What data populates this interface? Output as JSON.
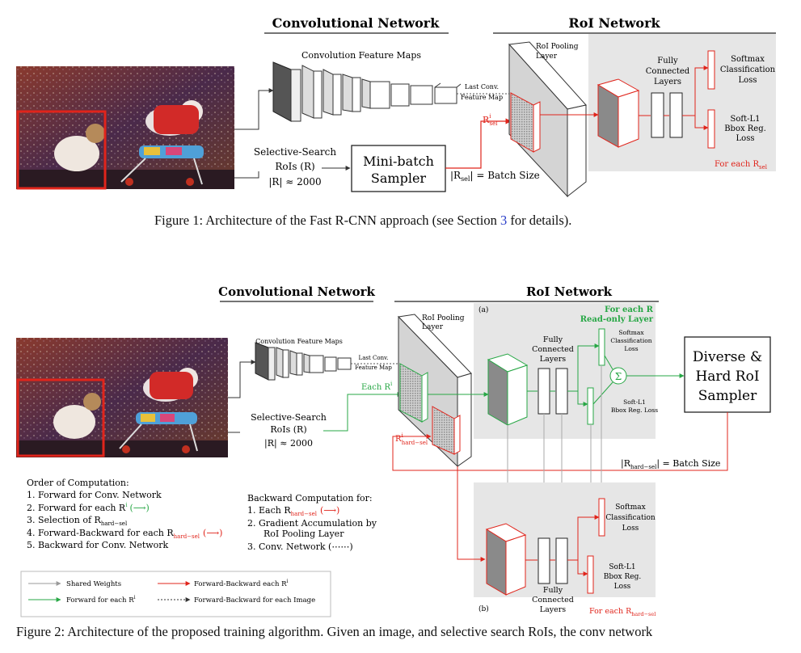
{
  "colors": {
    "red": "#e0241b",
    "green": "#27a745",
    "panel_gray": "#e6e6e6",
    "link": "#2a3ec9"
  },
  "fig1": {
    "conv_title": "Convolutional Network",
    "roi_title": "RoI Network",
    "conv_feature_maps": "Convolution Feature Maps",
    "last_conv_1": "Last Conv.",
    "last_conv_2": "Feature Map",
    "roi_pooling_1": "RoI Pooling",
    "roi_pooling_2": "Layer",
    "fc_1": "Fully",
    "fc_2": "Connected",
    "fc_3": "Layers",
    "softmax_1": "Softmax",
    "softmax_2": "Classification",
    "softmax_3": "Loss",
    "softl1_1": "Soft-L1",
    "softl1_2": "Bbox Reg.",
    "softl1_3": "Loss",
    "for_each": "For each R",
    "for_each_sub": "sel",
    "rsel_main": "R",
    "rsel_sup": "i",
    "rsel_sub": "sel",
    "ss_1": "Selective-Search",
    "ss_2": "RoIs (R)",
    "ss_3": "|R| ≈ 2000",
    "minibatch_1": "Mini-batch",
    "minibatch_2": "Sampler",
    "batch_pre": "|R",
    "batch_sub": "sel",
    "batch_post": "| = Batch Size",
    "caption_pre": "Figure 1: Architecture of the Fast R-CNN approach (see Section ",
    "caption_ref": "3",
    "caption_post": " for details)."
  },
  "fig2": {
    "conv_title": "Convolutional Network",
    "roi_title": "RoI Network",
    "conv_feature_maps": "Convolution Feature Maps",
    "last_conv_1": "Last Conv.",
    "last_conv_2": "Feature Map",
    "roi_pooling_1": "RoI Pooling",
    "roi_pooling_2": "Layer",
    "panel_a": "(a)",
    "panel_b": "(b)",
    "for_each_r": "For each R",
    "read_only": "Read-only Layer",
    "fc_1": "Fully",
    "fc_2": "Connected",
    "fc_3": "Layers",
    "softmax_1": "Softmax",
    "softmax_2": "Classification",
    "softmax_3": "Loss",
    "softl1_1": "Soft-L1",
    "softl1_2": "Bbox Reg. Loss",
    "softl1_b_2": "Bbox Reg.",
    "softl1_b_3": "Loss",
    "sum": "Σ",
    "sampler_1": "Diverse &",
    "sampler_2": "Hard RoI",
    "sampler_3": "Sampler",
    "each_ri": "Each R",
    "ri_sup": "i",
    "rhard_main": "R",
    "rhard_sup": "i",
    "rhard_sub": "hard−sel",
    "ss_1": "Selective-Search",
    "ss_2": "RoIs (R)",
    "ss_3": "|R| ≈ 2000",
    "batch_pre": "|R",
    "batch_sub": "hard−sel",
    "batch_post": "| = Batch Size",
    "for_each_hard": "For each R",
    "for_each_hard_sub": "hard−sel",
    "order_title": "Order of Computation:",
    "order_1": "1.  Forward for Conv. Network",
    "order_2": "2.  Forward for each R",
    "order_2_arrow": "(⟶)",
    "order_3": "3.  Selection of R",
    "order_3_sub": "hard−sel",
    "order_4": "4.  Forward-Backward for each R",
    "order_4_arrow": "(⟶)",
    "order_5": "5.  Backward for Conv. Network",
    "back_title": "Backward Computation for:",
    "back_1": "1.  Each R",
    "back_1_arrow": "(⟶)",
    "back_2a": "2.  Gradient Accumulation by",
    "back_2b": "RoI Pooling Layer",
    "back_3": "3.  Conv. Network (⋯⋯)",
    "legend_shared": "Shared Weights",
    "legend_fwd": "Forward for each R",
    "legend_fb_each": "Forward-Backward each R",
    "legend_fb_image": "Forward-Backward for each Image",
    "caption": "Figure 2:  Architecture of the proposed training algorithm.  Given an image, and selective search RoIs, the conv network"
  }
}
